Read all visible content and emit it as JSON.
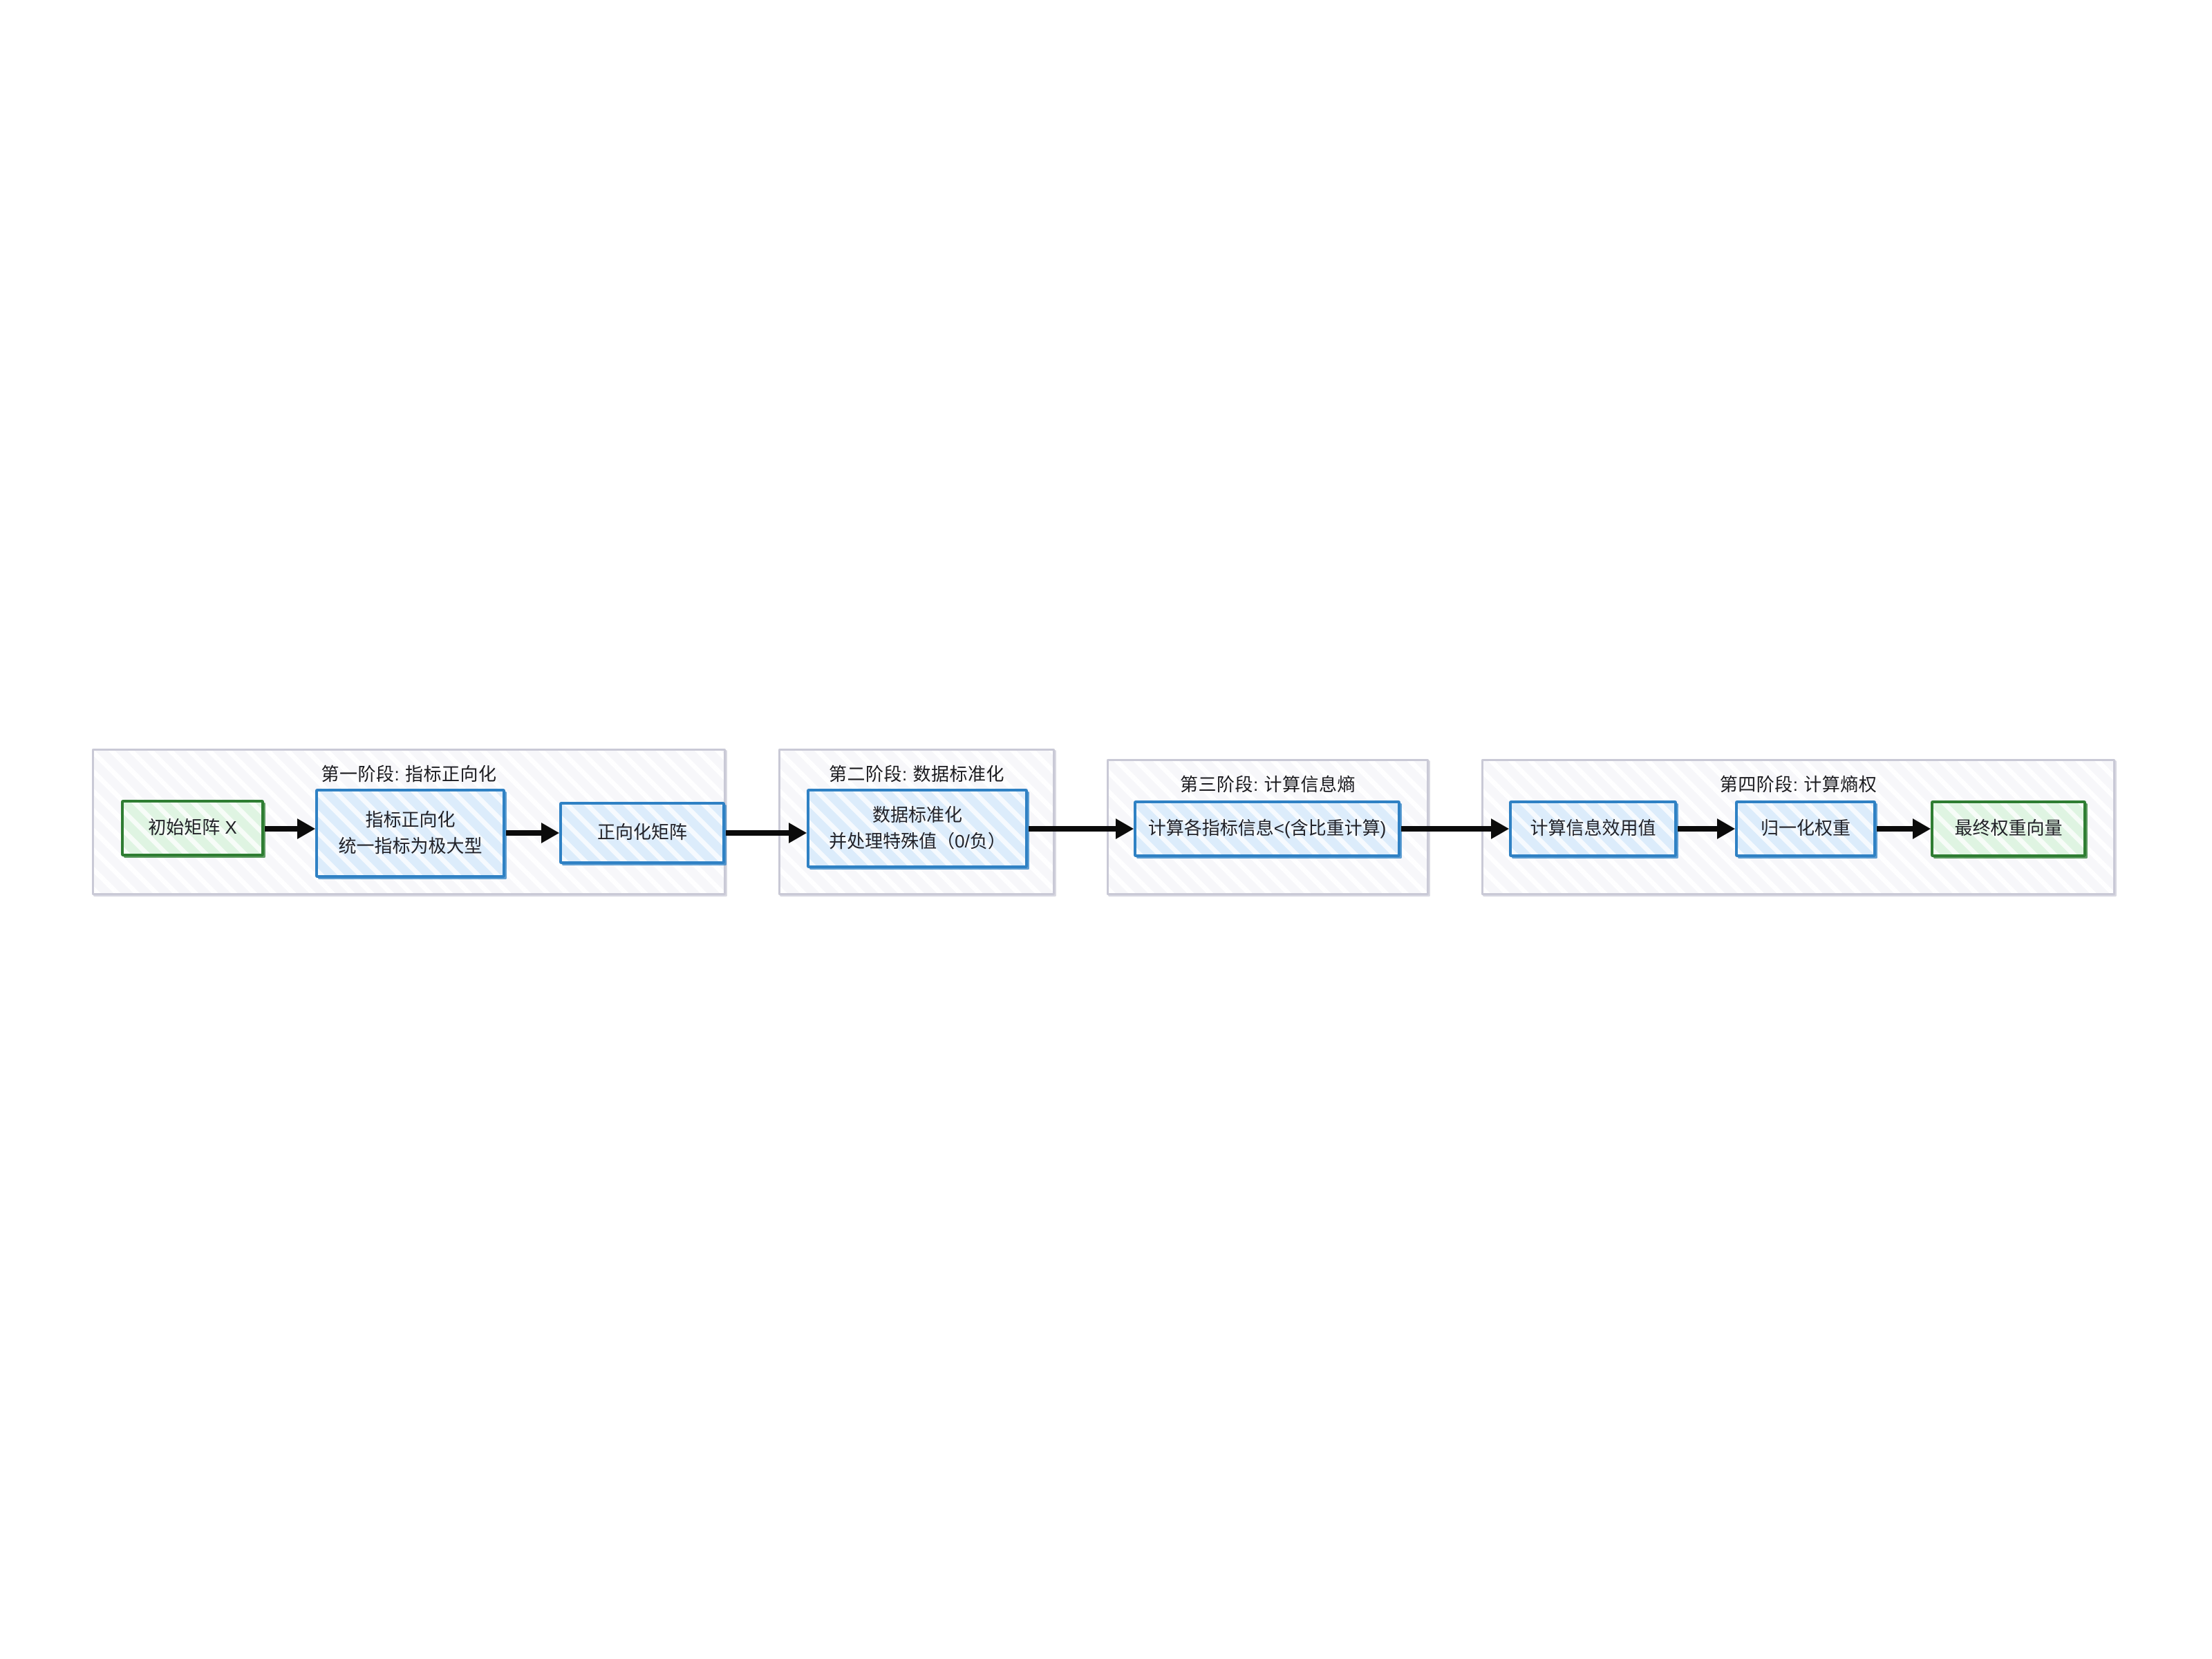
{
  "diagram": {
    "type": "flowchart",
    "orientation": "left-to-right",
    "title": "",
    "stages": [
      {
        "id": "stage1",
        "title": "第一阶段: 指标正向化",
        "nodes": [
          {
            "id": "n1",
            "label": "初始矩阵 X",
            "style": "green",
            "lines": [
              "初始矩阵 X"
            ]
          },
          {
            "id": "n2",
            "label": "指标正向化 统一指标为极大型",
            "style": "blue",
            "lines": [
              "指标正向化",
              "统一指标为极大型"
            ]
          },
          {
            "id": "n3",
            "label": "正向化矩阵",
            "style": "blue",
            "lines": [
              "正向化矩阵"
            ]
          }
        ]
      },
      {
        "id": "stage2",
        "title": "第二阶段: 数据标准化",
        "nodes": [
          {
            "id": "n4",
            "label": "数据标准化 并处理特殊值（0/负）",
            "style": "blue",
            "lines": [
              "数据标准化",
              "并处理特殊值（0/负）"
            ]
          }
        ]
      },
      {
        "id": "stage3",
        "title": "第三阶段: 计算信息熵",
        "nodes": [
          {
            "id": "n5",
            "label": "计算各指标信息<(含比重计算)",
            "style": "blue",
            "lines": [
              "计算各指标信息<(含比重计算)"
            ]
          }
        ]
      },
      {
        "id": "stage4",
        "title": "第四阶段: 计算熵权",
        "nodes": [
          {
            "id": "n6",
            "label": "计算信息效用值",
            "style": "blue",
            "lines": [
              "计算信息效用值"
            ]
          },
          {
            "id": "n7",
            "label": "归一化权重",
            "style": "blue",
            "lines": [
              "归一化权重"
            ]
          },
          {
            "id": "n8",
            "label": "最终权重向量",
            "style": "green",
            "lines": [
              "最终权重向量"
            ]
          }
        ]
      }
    ],
    "edges": [
      {
        "from": "n1",
        "to": "n2",
        "label": ""
      },
      {
        "from": "n2",
        "to": "n3",
        "label": ""
      },
      {
        "from": "n3",
        "to": "n4",
        "label": ""
      },
      {
        "from": "n4",
        "to": "n5",
        "label": ""
      },
      {
        "from": "n5",
        "to": "n6",
        "label": ""
      },
      {
        "from": "n6",
        "to": "n7",
        "label": ""
      },
      {
        "from": "n7",
        "to": "n8",
        "label": ""
      }
    ],
    "colors": {
      "start_end_border": "#2e7d32",
      "start_end_fill": "#dff4e2",
      "process_border": "#2f81c4",
      "process_fill": "#dcecfb",
      "stage_border": "#c9c9d6",
      "stage_fill": "#f7f7fa",
      "arrow": "#0b0b0b",
      "page_background": "#ffffff"
    }
  }
}
